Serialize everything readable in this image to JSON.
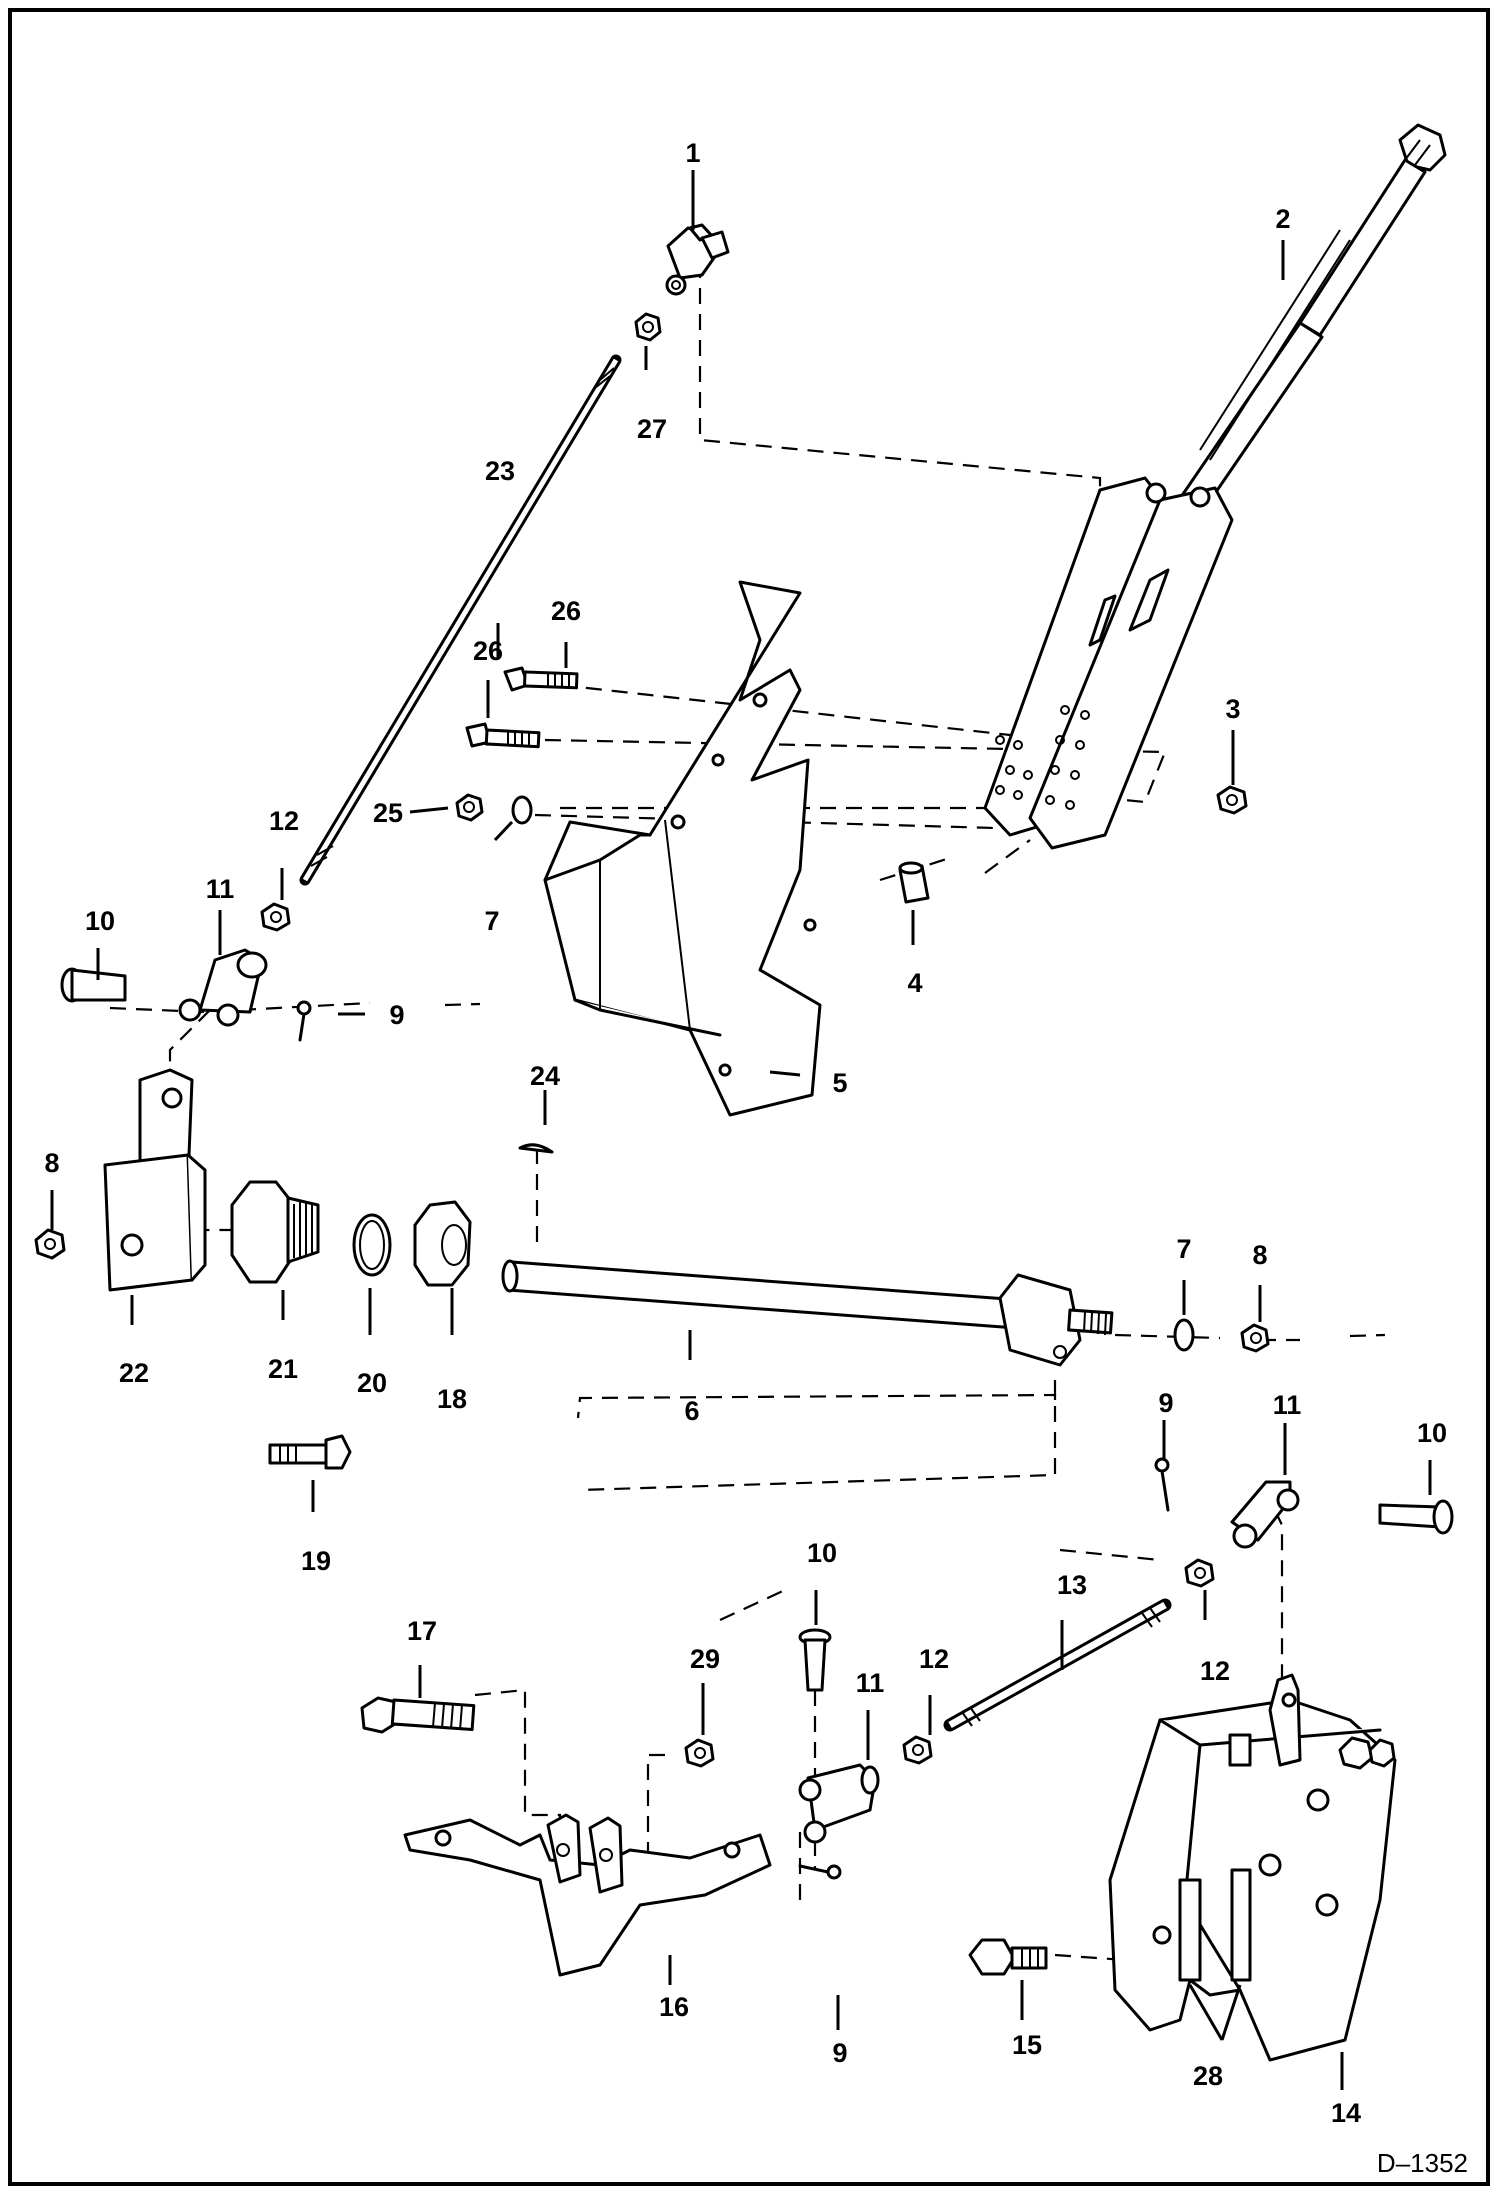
{
  "drawing_ref": "D–1352",
  "callouts": {
    "c1": "1",
    "c2": "2",
    "c3": "3",
    "c4": "4",
    "c5": "5",
    "c6": "6",
    "c7a": "7",
    "c7b": "7",
    "c8a": "8",
    "c8b": "8",
    "c9a": "9",
    "c9b": "9",
    "c9c": "9",
    "c10a": "10",
    "c10b": "10",
    "c10c": "10",
    "c11a": "11",
    "c11b": "11",
    "c11c": "11",
    "c12a": "12",
    "c12b": "12",
    "c12c": "12",
    "c13": "13",
    "c14": "14",
    "c15": "15",
    "c16": "16",
    "c17": "17",
    "c18": "18",
    "c19": "19",
    "c20": "20",
    "c21": "21",
    "c22": "22",
    "c23": "23",
    "c24": "24",
    "c25": "25",
    "c26a": "26",
    "c26b": "26",
    "c27": "27",
    "c28": "28",
    "c29": "29"
  }
}
